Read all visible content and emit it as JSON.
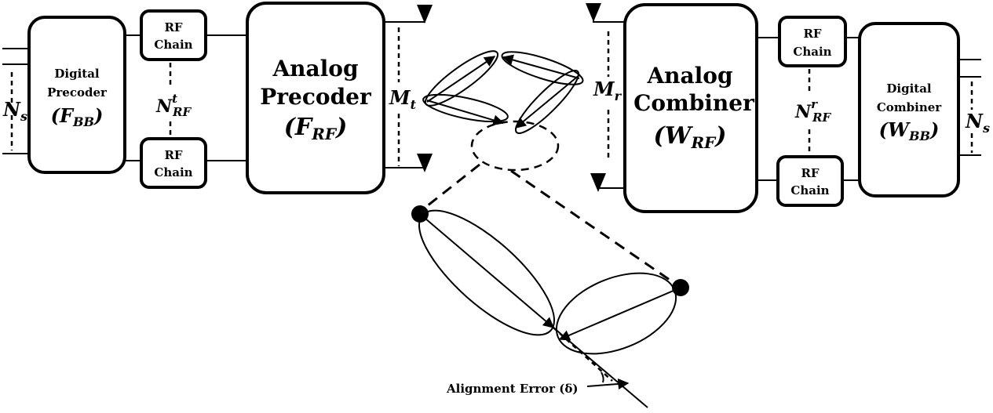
{
  "transmitter": {
    "digital_precoder": {
      "line1": "Digital",
      "line2": "Precoder",
      "symbol": "F",
      "subscript": "BB"
    },
    "rf_chain_label_1": "RF",
    "rf_chain_label_2": "Chain",
    "streams": {
      "symbol": "N",
      "subscript": "s"
    },
    "rf_chains": {
      "symbol": "N",
      "superscript": "t",
      "subscript": "RF"
    },
    "analog_precoder": {
      "line1": "Analog",
      "line2": "Precoder",
      "symbol": "F",
      "subscript": "RF"
    },
    "antennas": {
      "symbol": "M",
      "subscript": "t"
    }
  },
  "receiver": {
    "analog_combiner": {
      "line1": "Analog",
      "line2": "Combiner",
      "symbol": "W",
      "subscript": "RF"
    },
    "antennas": {
      "symbol": "M",
      "subscript": "r"
    },
    "rf_chain_label_1": "RF",
    "rf_chain_label_2": "Chain",
    "rf_chains": {
      "symbol": "N",
      "superscript": "r",
      "subscript": "RF"
    },
    "digital_combiner": {
      "line1": "Digital",
      "line2": "Combiner",
      "symbol": "W",
      "subscript": "BB"
    },
    "streams": {
      "symbol": "N",
      "subscript": "s"
    }
  },
  "alignment": {
    "label": "Alignment Error (δ)"
  }
}
